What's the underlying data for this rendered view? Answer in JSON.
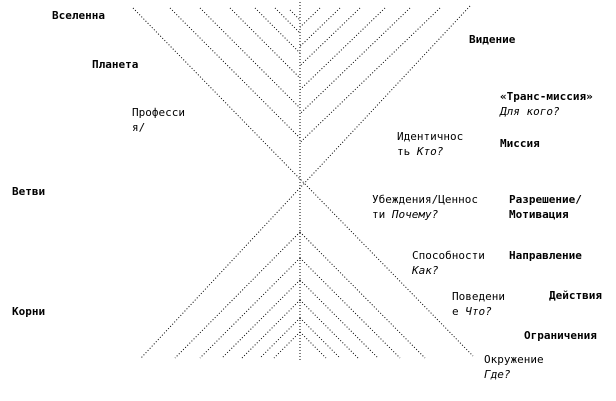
{
  "left": {
    "universe": "Вселенна",
    "planet": "Планета",
    "profession_1": "Професси",
    "profession_2": "я/",
    "branches": "Ветви",
    "roots": "Корни"
  },
  "levels": {
    "identity_1": "Идентичнос",
    "identity_2": "ть",
    "identity_q": "Кто?",
    "beliefs_1": "Убеждения/Ценнос",
    "beliefs_2": "ти",
    "beliefs_q": "Почему?",
    "abilities": "Способности",
    "abilities_q": "Как?",
    "behavior_1": "Поведени",
    "behavior_2": "е",
    "behavior_q": "Что?",
    "environment": "Окружение",
    "environment_q": "Где?"
  },
  "right": {
    "vision": "Видение",
    "trans_mission": "«Транс-миссия»",
    "for_whom": "Для кого?",
    "mission": "Миссия",
    "permission_1": "Разрешение/",
    "permission_2": "Мотивация",
    "direction": "Направление",
    "actions": "Действия",
    "limitations": "Ограничения"
  }
}
